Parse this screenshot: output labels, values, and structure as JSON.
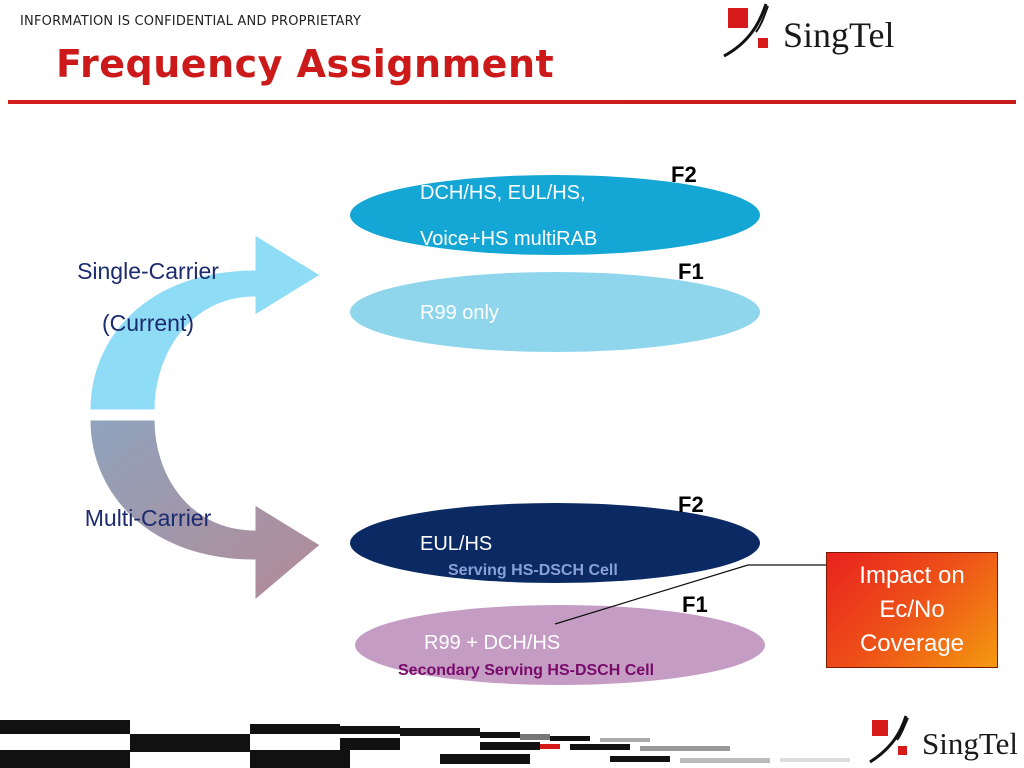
{
  "header": {
    "confidential": "INFORMATION IS CONFIDENTIAL AND PROPRIETARY",
    "title": "Frequency Assignment",
    "brand": "SingTel"
  },
  "single_carrier": {
    "label_line1": "Single-Carrier",
    "label_line2": "(Current)",
    "f2": {
      "freq": "F2",
      "line1": "DCH/HS, EUL/HS,",
      "line2": "Voice+HS multiRAB"
    },
    "f1": {
      "freq": "F1",
      "text": "R99 only"
    }
  },
  "multi_carrier": {
    "label": "Multi-Carrier",
    "f2": {
      "freq": "F2",
      "text": "EUL/HS",
      "cell": "Serving HS-DSCH Cell"
    },
    "f1": {
      "freq": "F1",
      "text": "R99 + DCH/HS",
      "cell": "Secondary Serving HS-DSCH Cell"
    }
  },
  "callout": {
    "text": "Impact on Ec/No Coverage"
  },
  "colors": {
    "title_red": "#cc1a1a",
    "ellipse_top_f2": "#14a6d4",
    "ellipse_top_f1": "#8fd6ec",
    "ellipse_bottom_f2": "#0b2a63",
    "ellipse_bottom_f1": "#c49cc4",
    "label_blue": "#1c2a6e",
    "serving_cell": "#8aa0d8",
    "secondary_cell": "#7a0a6a"
  }
}
